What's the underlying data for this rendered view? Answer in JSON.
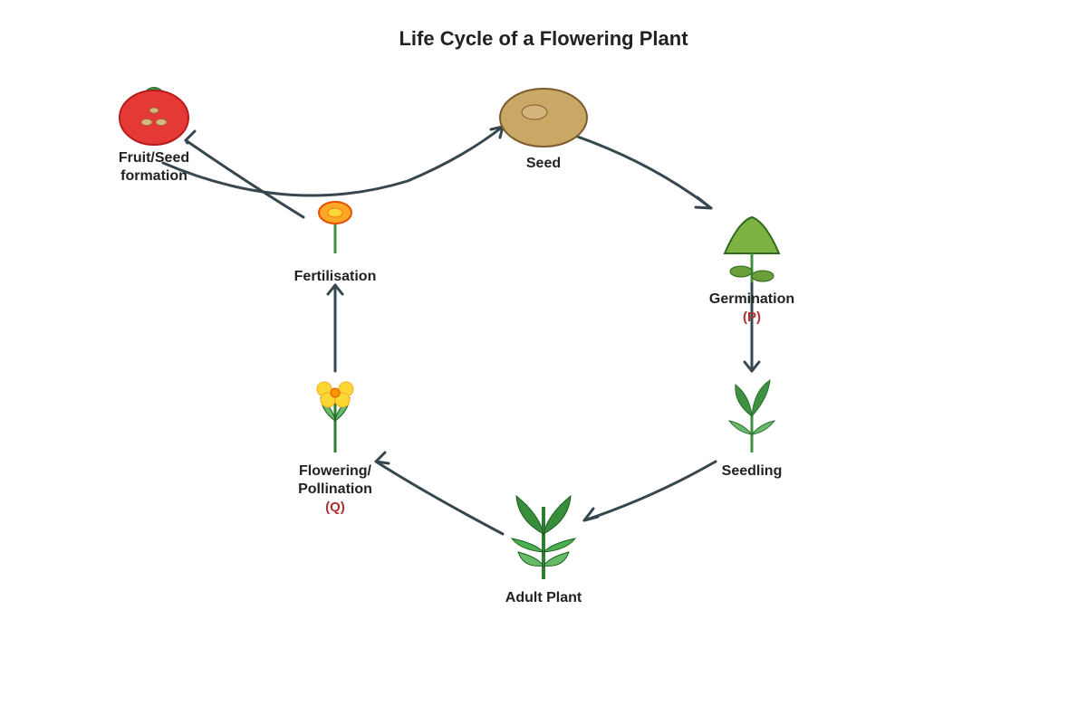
{
  "title": "Life Cycle of a Flowering Plant",
  "stages": {
    "seed": {
      "label": "Seed"
    },
    "germination": {
      "label": "Germination",
      "marker": "(P)"
    },
    "seedling": {
      "label": "Seedling"
    },
    "adult_plant": {
      "label": "Adult Plant"
    },
    "flowering": {
      "label_line1": "Flowering/",
      "label_line2": "Pollination",
      "marker": "(Q)"
    },
    "fertilisation": {
      "label": "Fertilisation"
    },
    "fruit": {
      "label_line1": "Fruit/Seed",
      "label_line2": "formation"
    }
  },
  "colors": {
    "arrow": "#37474f",
    "marker": "#b03030",
    "seed": "#c9a765",
    "leaf_green": "#3f9142",
    "fruit_red": "#e53935",
    "flower_yellow": "#fdd835"
  }
}
